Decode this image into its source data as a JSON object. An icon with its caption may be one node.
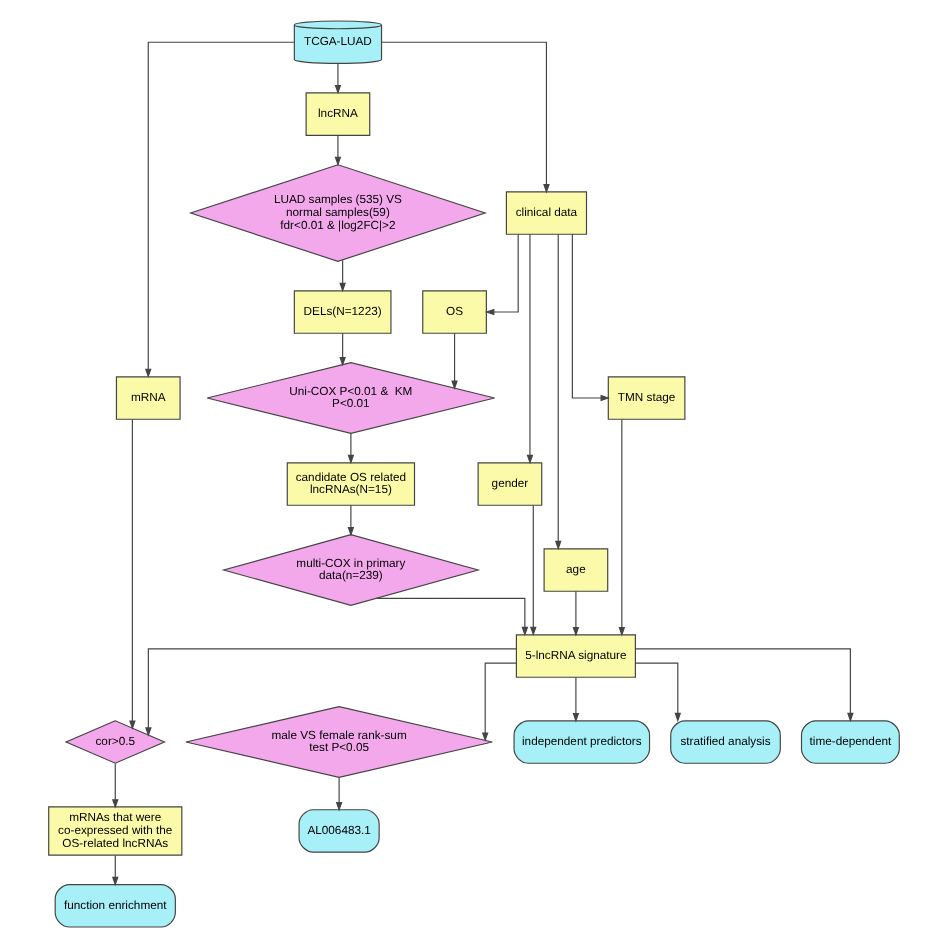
{
  "diagram": {
    "nodes": [
      {
        "text": [
          "TCGA-LUAD"
        ]
      },
      {
        "text": [
          "mRNA"
        ]
      },
      {
        "text": [
          "lncRNA"
        ]
      },
      {
        "text": [
          "clinical data"
        ]
      },
      {
        "text": [
          "LUAD samples (535) VS normal samples(59) fdr<0.01 & |log2FC|>2"
        ]
      },
      {
        "text": [
          "DELs(N=1223)"
        ]
      },
      {
        "text": [
          "OS"
        ]
      },
      {
        "text": [
          "gender"
        ]
      },
      {
        "text": [
          "age"
        ]
      },
      {
        "text": [
          "TMN stage"
        ]
      },
      {
        "text": [
          "Uni-COX P<0.01 &  KM P<0.01"
        ]
      },
      {
        "text": [
          "candidate OS related lncRNAs(N=15)"
        ]
      },
      {
        "text": [
          "multi-COX in primary data(n=239)"
        ]
      },
      {
        "text": [
          "5-lncRNA signature"
        ]
      },
      {
        "text": [
          "cor>0.5"
        ]
      },
      {
        "text": [
          "mRNAs that were co-expressed with the OS-related lncRNAs"
        ]
      },
      {
        "text": [
          "male VS female rank-sum test P<0.05"
        ]
      },
      {
        "text": [
          "function enrichment"
        ]
      },
      {
        "text": [
          "independent predictors"
        ]
      },
      {
        "text": [
          "stratified analysis"
        ]
      },
      {
        "text": [
          "time-dependent"
        ]
      },
      {
        "text": [
          "AL006483.1"
        ]
      }
    ],
    "edges": [
      {
        "from": 0,
        "to": 1,
        "arrow": "to"
      },
      {
        "from": 0,
        "to": 2,
        "arrow": "to"
      },
      {
        "from": 0,
        "to": 3,
        "arrow": "to"
      },
      {
        "from": 2,
        "to": 4,
        "arrow": "to"
      },
      {
        "from": 4,
        "to": 5,
        "arrow": "to"
      },
      {
        "from": 3,
        "to": 6,
        "arrow": "to"
      },
      {
        "from": 3,
        "to": 7,
        "arrow": "to"
      },
      {
        "from": 3,
        "to": 8,
        "arrow": "to"
      },
      {
        "from": 3,
        "to": 9,
        "arrow": "to"
      },
      {
        "from": 5,
        "to": 10,
        "arrow": "to"
      },
      {
        "from": 6,
        "to": 10,
        "arrow": "to"
      },
      {
        "from": 10,
        "to": 11,
        "arrow": "to"
      },
      {
        "from": 11,
        "to": 12,
        "arrow": "to"
      },
      {
        "from": 12,
        "to": 13,
        "arrow": "to"
      },
      {
        "from": 7,
        "to": 13,
        "arrow": "to"
      },
      {
        "from": 8,
        "to": 13,
        "arrow": "to"
      },
      {
        "from": 9,
        "to": 13,
        "arrow": "to"
      },
      {
        "from": 1,
        "to": 14,
        "arrow": "to"
      },
      {
        "from": 13,
        "to": 14,
        "arrow": "to"
      },
      {
        "from": 14,
        "to": 15,
        "arrow": "to"
      },
      {
        "from": 15,
        "to": 17,
        "arrow": "to"
      },
      {
        "from": 13,
        "to": 18,
        "arrow": "to"
      },
      {
        "from": 13,
        "to": 19,
        "arrow": "to"
      },
      {
        "from": 13,
        "to": 20,
        "arrow": "to"
      },
      {
        "from": 13,
        "to": 16,
        "arrow": "to"
      },
      {
        "from": 16,
        "to": 21,
        "arrow": "to"
      }
    ]
  }
}
